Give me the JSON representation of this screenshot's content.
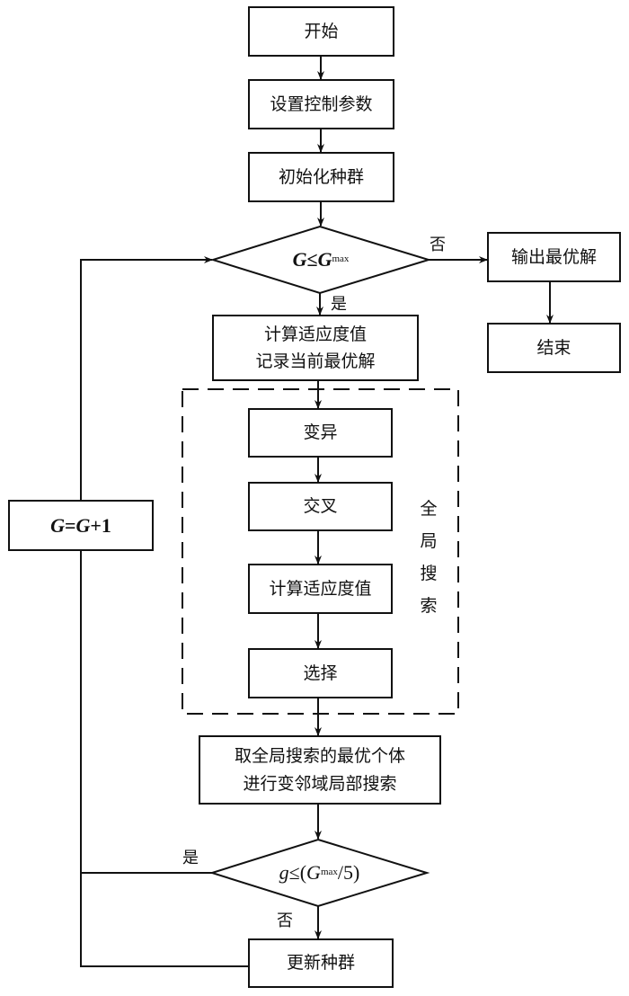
{
  "diagram": {
    "type": "flowchart",
    "nodes": {
      "start": "开始",
      "set_params": "设置控制参数",
      "init_population": "初始化种群",
      "cond1": {
        "lhs": "G",
        "op": "≤",
        "rhs": "G",
        "rhs_sub": "max"
      },
      "eval_record": {
        "line1": "计算适应度值",
        "line2": "记录当前最优解"
      },
      "mutation": "变异",
      "crossover": "交叉",
      "eval_fitness": "计算适应度值",
      "selection": "选择",
      "global_search_label": [
        "全",
        "局",
        "搜",
        "索"
      ],
      "local_search": {
        "line1": "取全局搜索的最优个体",
        "line2": "进行变邻域局部搜索"
      },
      "cond2": {
        "lhs": "g",
        "op": "≤(",
        "rhs": "G",
        "rhs_sub": "max",
        "tail": "/5)"
      },
      "update_population": "更新种群",
      "increment": {
        "lhs": "G",
        "eq": "=",
        "rhs": "G",
        "plus": "+1"
      },
      "output_best": "输出最优解",
      "end": "结束"
    },
    "edge_labels": {
      "cond1_no": "否",
      "cond1_yes": "是",
      "cond2_yes": "是",
      "cond2_no": "否"
    }
  }
}
